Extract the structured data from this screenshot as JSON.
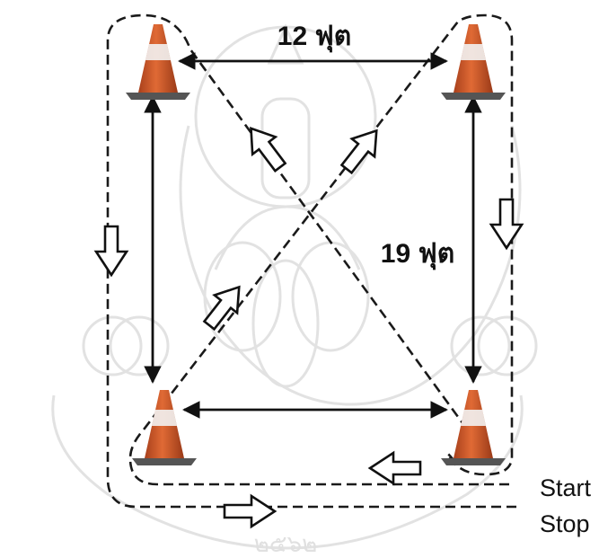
{
  "diagram": {
    "width_distance_label": "12 ฟุต",
    "length_distance_label": "19 ฟุต",
    "start_label": "Start",
    "stop_label": "Stop",
    "watermark_year": "๒๕๖๒",
    "cone_count": 4,
    "colors": {
      "path": "#1a1a1a",
      "arrow_fill": "#ffffff",
      "cone_orange": "#d05a2a",
      "cone_stripe": "#f2f2f2",
      "cone_base": "#555555",
      "watermark": "#dcdcdc"
    }
  }
}
